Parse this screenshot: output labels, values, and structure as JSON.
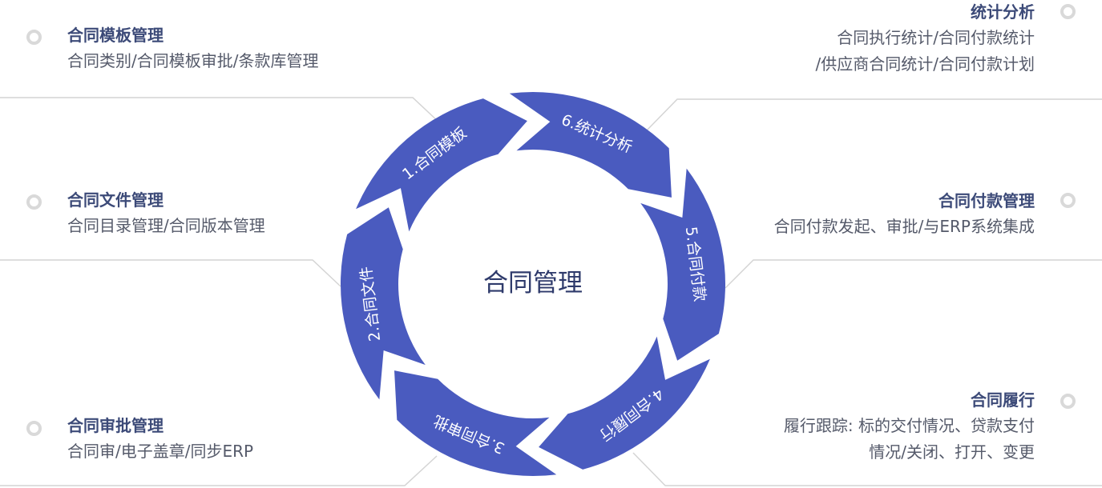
{
  "center": {
    "label": "合同管理"
  },
  "segments": [
    {
      "label": "1.合同模板"
    },
    {
      "label": "2.合同文件"
    },
    {
      "label": "3.合同审批"
    },
    {
      "label": "4.合同履行"
    },
    {
      "label": "5.合同付款"
    },
    {
      "label": "6.统计分析"
    }
  ],
  "items": {
    "template": {
      "title": "合同模板管理",
      "lines": [
        "合同类别/合同模板审批/条款库管理"
      ]
    },
    "file": {
      "title": "合同文件管理",
      "lines": [
        "合同目录管理/合同版本管理"
      ]
    },
    "approval": {
      "title": "合同审批管理",
      "lines": [
        "合同审/电子盖章/同步ERP"
      ]
    },
    "stats": {
      "title": "统计分析",
      "lines": [
        "合同执行统计/合同付款统计",
        "/供应商合同统计/合同付款计划"
      ]
    },
    "payment": {
      "title": "合同付款管理",
      "lines": [
        "合同付款发起、审批/与ERP系统集成"
      ]
    },
    "performance": {
      "title": "合同履行",
      "lines": [
        "履行跟踪: 标的交付情况、贷款支付",
        "情况/关闭、打开、变更"
      ]
    }
  },
  "colors": {
    "ring": "#4a5bbf",
    "line": "#d4d4d4",
    "dot": "#d9d9d9",
    "title": "#3c4a78",
    "center_text": "#2e3a6b"
  }
}
